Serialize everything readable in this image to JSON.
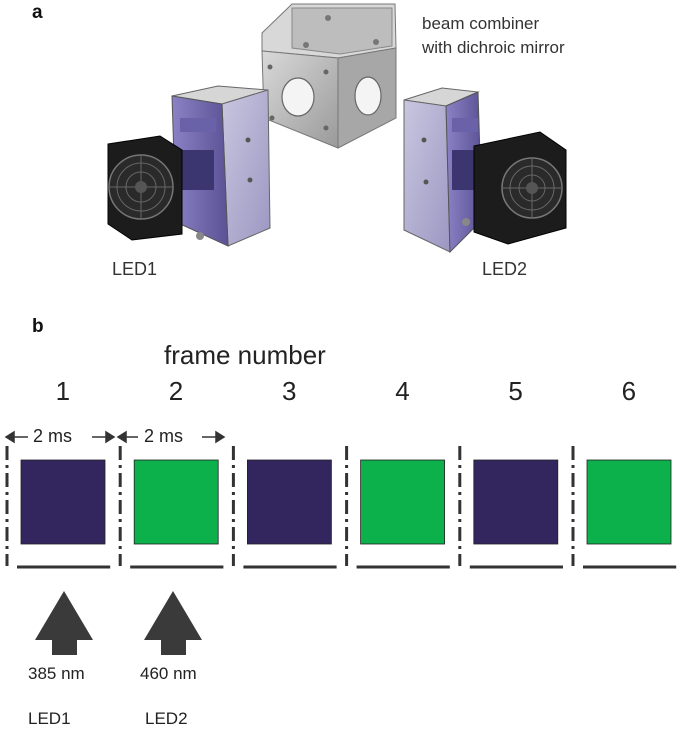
{
  "panel_a": {
    "letter": "a",
    "beam_combiner_line1": "beam combiner",
    "beam_combiner_line2": "with dichroic mirror",
    "led1_label": "LED1",
    "led2_label": "LED2"
  },
  "panel_b": {
    "letter": "b",
    "axis_title": "frame number",
    "frames": [
      {
        "number": "1",
        "color": "#33265e"
      },
      {
        "number": "2",
        "color": "#0db14b"
      },
      {
        "number": "3",
        "color": "#33265e"
      },
      {
        "number": "4",
        "color": "#0db14b"
      },
      {
        "number": "5",
        "color": "#33265e"
      },
      {
        "number": "6",
        "color": "#0db14b"
      }
    ],
    "duration_1": "2 ms",
    "duration_2": "2 ms",
    "arrow_1": {
      "wavelength": "385 nm",
      "led": "LED1"
    },
    "arrow_2": {
      "wavelength": "460 nm",
      "led": "LED2"
    }
  },
  "colors": {
    "uv_frame": "#33265e",
    "blue_frame": "#0db14b",
    "arrow": "#3a3a3a",
    "led_body": "#6f67b0",
    "heatsink": "#1c1c1c",
    "cube": "#b4b4b4"
  }
}
